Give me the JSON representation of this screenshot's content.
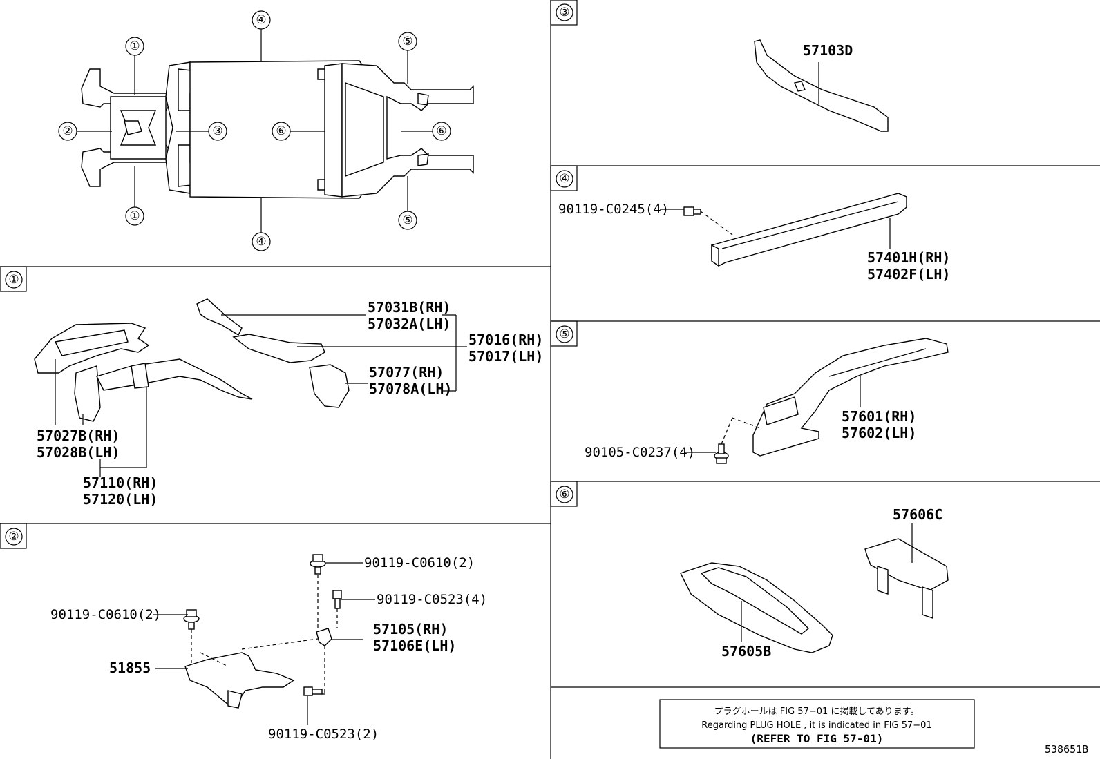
{
  "overview": {
    "callouts": [
      "①",
      "②",
      "③",
      "④",
      "⑤",
      "⑥"
    ]
  },
  "sections": {
    "s1": {
      "tag": "①",
      "labels": [
        "57031B(RH)",
        "57032A(LH)",
        "57016(RH)",
        "57017(LH)",
        "57077(RH)",
        "57078A(LH)",
        "57027B(RH)",
        "57028B(LH)",
        "57110(RH)",
        "57120(LH)"
      ]
    },
    "s2": {
      "tag": "②",
      "labels": [
        "90119-C0610(2)",
        "90119-C0523(4)",
        "90119-C0610(2)",
        "57105(RH)",
        "57106E(LH)",
        "51855",
        "90119-C0523(2)"
      ]
    },
    "s3": {
      "tag": "③",
      "labels": [
        "57103D"
      ]
    },
    "s4": {
      "tag": "④",
      "labels": [
        "90119-C0245(4)",
        "57401H(RH)",
        "57402F(LH)"
      ]
    },
    "s5": {
      "tag": "⑤",
      "labels": [
        "57601(RH)",
        "57602(LH)",
        "90105-C0237(4)"
      ]
    },
    "s6": {
      "tag": "⑥",
      "labels": [
        "57606C",
        "57605B"
      ]
    }
  },
  "note": {
    "jp": "プラグホールは FIG 57−01 に掲載してあります。",
    "en": "Regarding  PLUG  HOLE , it is indicated in FIG  57−01",
    "ref": "(REFER  TO FIG 57-01)"
  },
  "figure_id": "538651B"
}
